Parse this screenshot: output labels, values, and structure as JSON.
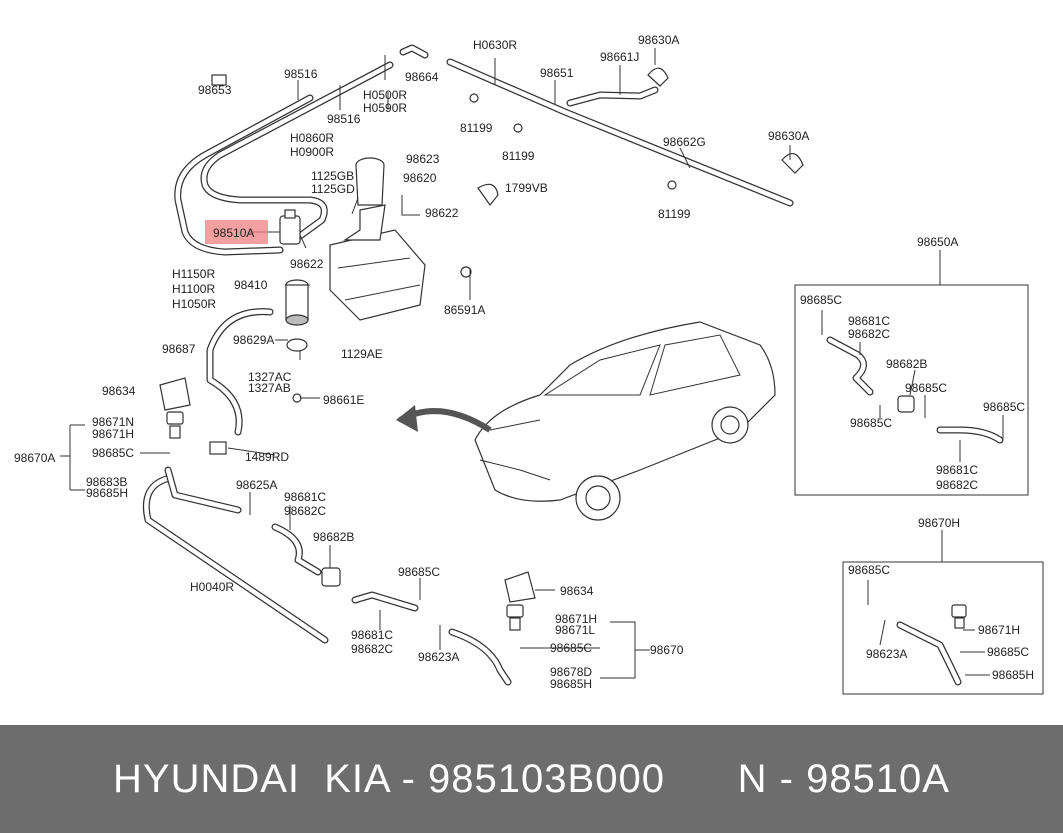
{
  "callout_labels": [
    {
      "id": "98653",
      "text": "98653"
    },
    {
      "id": "98516a",
      "text": "98516"
    },
    {
      "id": "98516b",
      "text": "98516"
    },
    {
      "id": "98664",
      "text": "98664"
    },
    {
      "id": "H0500R",
      "text": "H0500R"
    },
    {
      "id": "H0590R",
      "text": "H0590R"
    },
    {
      "id": "H0860R",
      "text": "H0860R"
    },
    {
      "id": "H0900R",
      "text": "H0900R"
    },
    {
      "id": "H0630R",
      "text": "H0630R"
    },
    {
      "id": "98651",
      "text": "98651"
    },
    {
      "id": "98661J",
      "text": "98661J"
    },
    {
      "id": "98630A_top",
      "text": "98630A"
    },
    {
      "id": "81199a",
      "text": "81199"
    },
    {
      "id": "81199b",
      "text": "81199"
    },
    {
      "id": "81199c",
      "text": "81199"
    },
    {
      "id": "98662G",
      "text": "98662G"
    },
    {
      "id": "98630A_mid",
      "text": "98630A"
    },
    {
      "id": "98623",
      "text": "98623"
    },
    {
      "id": "1125GB",
      "text": "1125GB"
    },
    {
      "id": "1125GD",
      "text": "1125GD"
    },
    {
      "id": "98620",
      "text": "98620"
    },
    {
      "id": "1799VB",
      "text": "1799VB"
    },
    {
      "id": "98622a",
      "text": "98622"
    },
    {
      "id": "98622b",
      "text": "98622"
    },
    {
      "id": "98510A",
      "text": "98510A"
    },
    {
      "id": "H1150R",
      "text": "H1150R"
    },
    {
      "id": "H1100R",
      "text": "H1100R"
    },
    {
      "id": "H1050R",
      "text": "H1050R"
    },
    {
      "id": "98410",
      "text": "98410"
    },
    {
      "id": "86591A",
      "text": "86591A"
    },
    {
      "id": "98687",
      "text": "98687"
    },
    {
      "id": "98629A",
      "text": "98629A"
    },
    {
      "id": "1129AE",
      "text": "1129AE"
    },
    {
      "id": "1327AC",
      "text": "1327AC"
    },
    {
      "id": "1327AB",
      "text": "1327AB"
    },
    {
      "id": "98661E",
      "text": "98661E"
    },
    {
      "id": "98634a",
      "text": "98634"
    },
    {
      "id": "98671N",
      "text": "98671N"
    },
    {
      "id": "98671H_l",
      "text": "98671H"
    },
    {
      "id": "98670A",
      "text": "98670A"
    },
    {
      "id": "98685C_l",
      "text": "98685C"
    },
    {
      "id": "1489RD",
      "text": "1489RD"
    },
    {
      "id": "98683B",
      "text": "98683B"
    },
    {
      "id": "98685H_l",
      "text": "98685H"
    },
    {
      "id": "98625A",
      "text": "98625A"
    },
    {
      "id": "98681C_m",
      "text": "98681C"
    },
    {
      "id": "98682C_m",
      "text": "98682C"
    },
    {
      "id": "98682B_m",
      "text": "98682B"
    },
    {
      "id": "H0040R",
      "text": "H0040R"
    },
    {
      "id": "98685C_m",
      "text": "98685C"
    },
    {
      "id": "98681C_b",
      "text": "98681C"
    },
    {
      "id": "98682C_b",
      "text": "98682C"
    },
    {
      "id": "98623A_m",
      "text": "98623A"
    },
    {
      "id": "98634b",
      "text": "98634"
    },
    {
      "id": "98671H_m",
      "text": "98671H"
    },
    {
      "id": "98671L",
      "text": "98671L"
    },
    {
      "id": "98685C_m2",
      "text": "98685C"
    },
    {
      "id": "98670",
      "text": "98670"
    },
    {
      "id": "98678D",
      "text": "98678D"
    },
    {
      "id": "98685H_m",
      "text": "98685H"
    },
    {
      "id": "98650A",
      "text": "98650A"
    },
    {
      "id": "98685C_r1",
      "text": "98685C"
    },
    {
      "id": "98681C_r1",
      "text": "98681C"
    },
    {
      "id": "98682C_r1",
      "text": "98682C"
    },
    {
      "id": "98682B_r",
      "text": "98682B"
    },
    {
      "id": "98685C_r2",
      "text": "98685C"
    },
    {
      "id": "98685C_r3",
      "text": "98685C"
    },
    {
      "id": "98685C_r4",
      "text": "98685C"
    },
    {
      "id": "98681C_r2",
      "text": "98681C"
    },
    {
      "id": "98682C_r2",
      "text": "98682C"
    },
    {
      "id": "98670H",
      "text": "98670H"
    },
    {
      "id": "98685C_r5",
      "text": "98685C"
    },
    {
      "id": "98623A_r",
      "text": "98623A"
    },
    {
      "id": "98671H_r",
      "text": "98671H"
    },
    {
      "id": "98685C_r6",
      "text": "98685C"
    },
    {
      "id": "98685H_r",
      "text": "98685H"
    }
  ],
  "footer": {
    "text": "HYUNDAI  KIA - 985103B000      N - 98510A"
  },
  "colors": {
    "highlight": "#f08080",
    "footer_bg": "#6d6d6d",
    "footer_text": "#ffffff",
    "line": "#333333"
  }
}
